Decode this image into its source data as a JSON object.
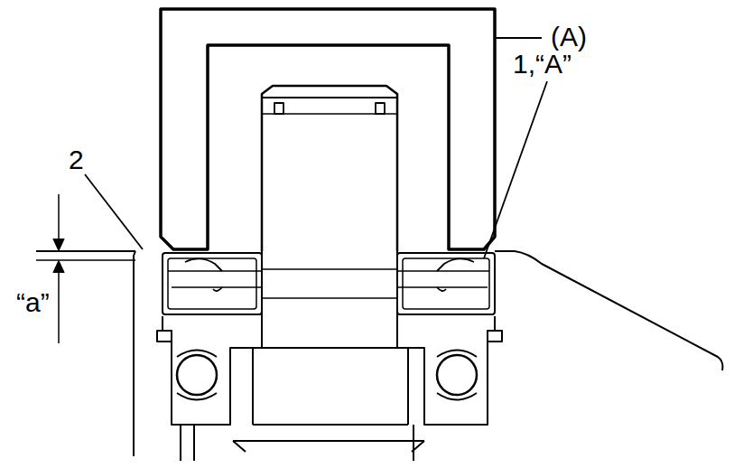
{
  "diagram": {
    "labels": [
      "(A)",
      "2",
      "1,“A”",
      "“a”"
    ]
  }
}
